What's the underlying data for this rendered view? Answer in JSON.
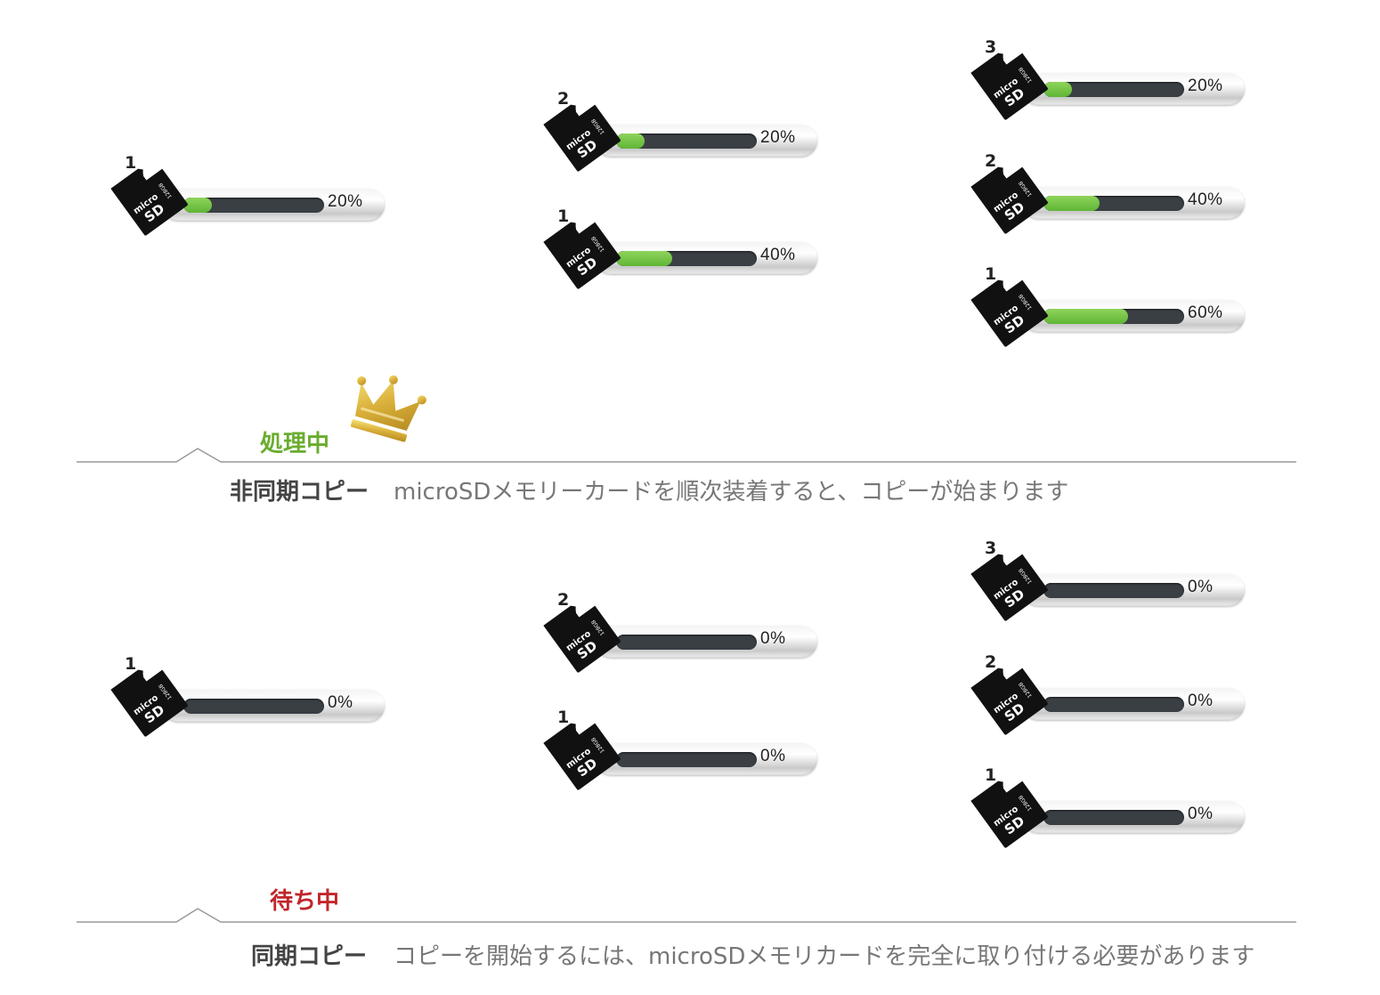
{
  "colors": {
    "processing": "#6aad2e",
    "waiting": "#c0262b",
    "progress_fill": "#5fb535",
    "crown_gold": "#d8b33a"
  },
  "icons": {
    "card": "microsd-card-icon",
    "crown": "crown-icon"
  },
  "card_label": {
    "micro": "micro",
    "sd": "SD",
    "capacity": "128GB"
  },
  "async_section": {
    "status": "処理中",
    "title": "非同期コピー",
    "description": "microSDメモリーカードを順次装着すると、コピーが始まります",
    "groups": [
      {
        "slots": [
          {
            "number": "1",
            "progress": 20,
            "label": "20%"
          }
        ]
      },
      {
        "slots": [
          {
            "number": "2",
            "progress": 20,
            "label": "20%"
          },
          {
            "number": "1",
            "progress": 40,
            "label": "40%"
          }
        ]
      },
      {
        "slots": [
          {
            "number": "3",
            "progress": 20,
            "label": "20%"
          },
          {
            "number": "2",
            "progress": 40,
            "label": "40%"
          },
          {
            "number": "1",
            "progress": 60,
            "label": "60%"
          }
        ]
      }
    ]
  },
  "sync_section": {
    "status": "待ち中",
    "title": "同期コピー",
    "description": "コピーを開始するには、microSDメモリカードを完全に取り付ける必要があります",
    "groups": [
      {
        "slots": [
          {
            "number": "1",
            "progress": 0,
            "label": "0%"
          }
        ]
      },
      {
        "slots": [
          {
            "number": "2",
            "progress": 0,
            "label": "0%"
          },
          {
            "number": "1",
            "progress": 0,
            "label": "0%"
          }
        ]
      },
      {
        "slots": [
          {
            "number": "3",
            "progress": 0,
            "label": "0%"
          },
          {
            "number": "2",
            "progress": 0,
            "label": "0%"
          },
          {
            "number": "1",
            "progress": 0,
            "label": "0%"
          }
        ]
      }
    ]
  }
}
